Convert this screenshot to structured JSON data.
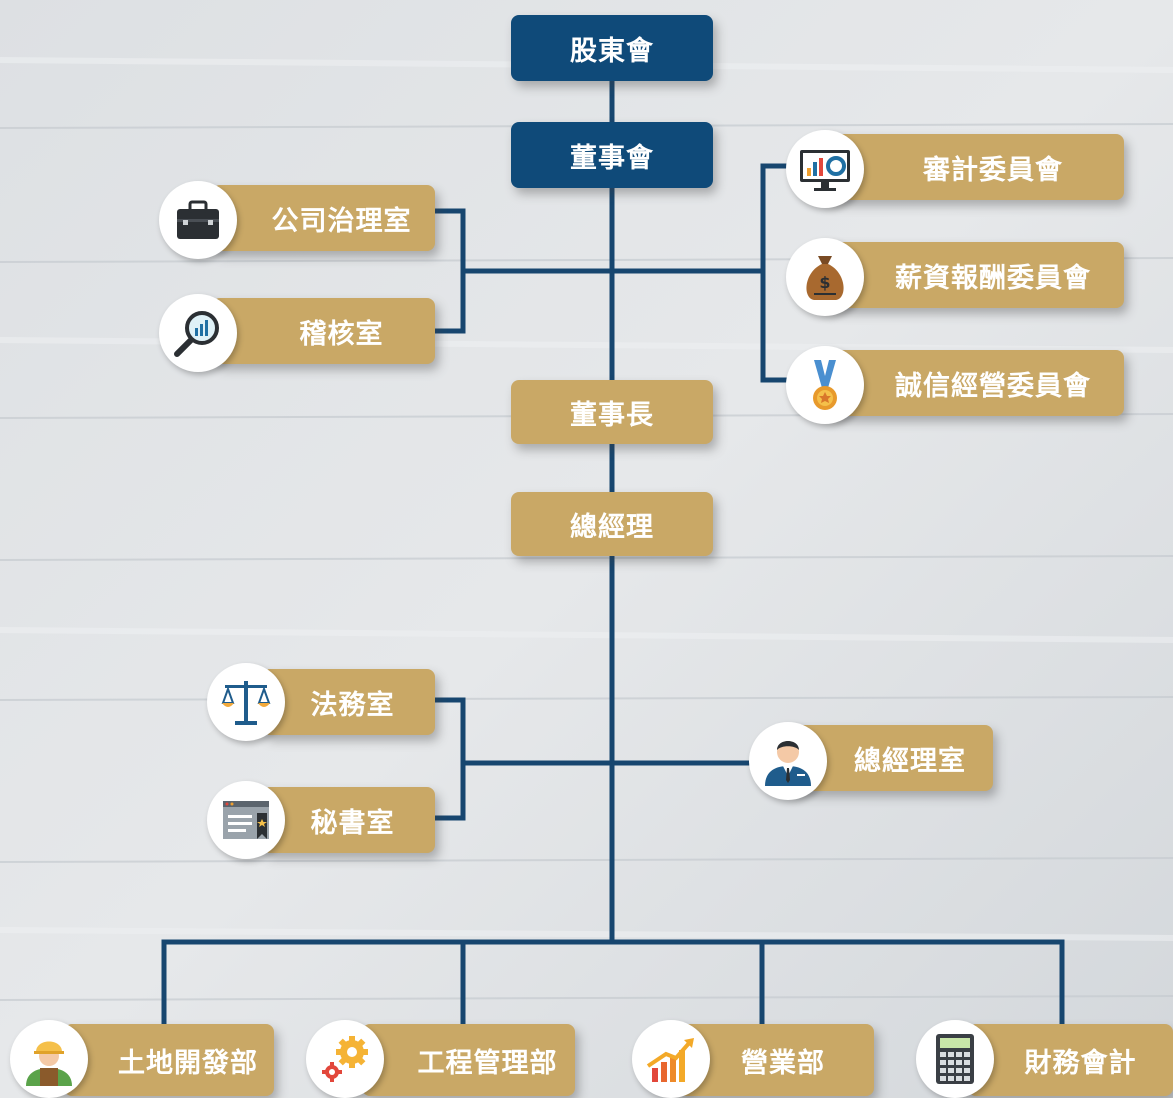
{
  "colors": {
    "navy": "#0f4a79",
    "gold": "#c9a866",
    "line": "#17466f"
  },
  "top": {
    "shareholders": "股東會",
    "board": "董事會",
    "chairman": "董事長",
    "gm": "總經理"
  },
  "board_units": {
    "governance": {
      "label": "公司治理室",
      "icon": "briefcase-icon"
    },
    "audit": {
      "label": "稽核室",
      "icon": "magnifier-chart-icon"
    }
  },
  "committees": {
    "audit": {
      "label": "審計委員會",
      "icon": "monitor-chart-icon"
    },
    "remuneration": {
      "label": "薪資報酬委員會",
      "icon": "money-bag-icon"
    },
    "integrity": {
      "label": "誠信經營委員會",
      "icon": "medal-icon"
    }
  },
  "gm_units": {
    "legal": {
      "label": "法務室",
      "icon": "scales-icon"
    },
    "secretary": {
      "label": "秘書室",
      "icon": "document-icon"
    },
    "gm_office": {
      "label": "總經理室",
      "icon": "businessman-icon"
    }
  },
  "departments": {
    "land": {
      "label": "土地開發部",
      "icon": "worker-icon"
    },
    "engineering": {
      "label": "工程管理部",
      "icon": "gears-icon"
    },
    "sales": {
      "label": "營業部",
      "icon": "growth-chart-icon"
    },
    "finance": {
      "label": "財務會計",
      "icon": "calculator-icon"
    }
  }
}
